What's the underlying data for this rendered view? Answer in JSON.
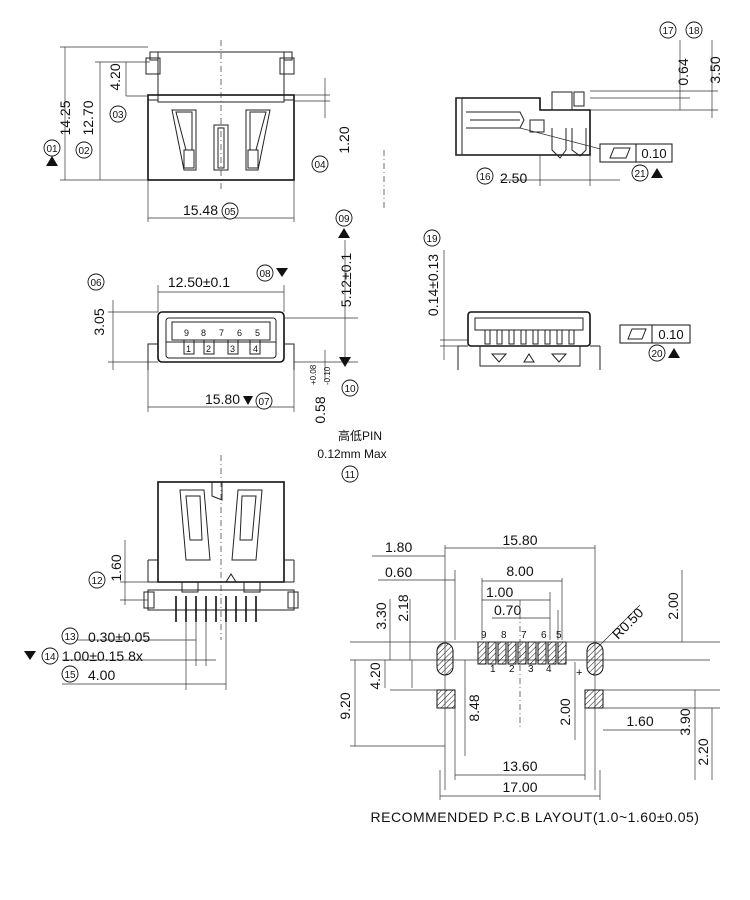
{
  "dims": {
    "d1425": "14.25",
    "d1270": "12.70",
    "d420": "4.20",
    "d120": "1.20",
    "d1548": "15.48",
    "d064": "0.64",
    "d350": "3.50",
    "d250": "2.50",
    "d010a": "0.10",
    "d010b": "0.10",
    "d1250": "12.50±0.1",
    "d305": "3.05",
    "d512": "5.12±0.1",
    "d1580a": "15.80",
    "d058": "0.58",
    "d058tol_up": "+0.08",
    "d058tol_dn": "-0.10",
    "d014": "0.14±0.13",
    "d160": "1.60",
    "d030": "0.30±0.05",
    "d100x8": "1.00±0.15  8x",
    "d400": "4.00",
    "p180": "1.80",
    "p060": "0.60",
    "p1580": "15.80",
    "p800": "8.00",
    "p100": "1.00",
    "p070": "0.70",
    "p330": "3.30",
    "p218": "2.18",
    "p050": "R0.50",
    "p200a": "2.00",
    "p920": "9.20",
    "p420": "4.20",
    "p848": "8.48",
    "p200b": "2.00",
    "p160": "1.60",
    "p390": "3.90",
    "p220": "2.20",
    "p1360": "13.60",
    "p1700": "17.00"
  },
  "balloons": {
    "b01": "01",
    "b02": "02",
    "b03": "03",
    "b04": "04",
    "b05": "05",
    "b06": "06",
    "b07": "07",
    "b08": "08",
    "b09": "09",
    "b10": "10",
    "b11": "11",
    "b12": "12",
    "b13": "13",
    "b14": "14",
    "b15": "15",
    "b16": "16",
    "b17": "17",
    "b18": "18",
    "b19": "19",
    "b20": "20",
    "b21": "21"
  },
  "notes": {
    "pin_cn": "高低PIN",
    "pin_max": "0.12mm Max"
  },
  "pins": {
    "top_row": [
      "9",
      "8",
      "7",
      "6",
      "5"
    ],
    "bottom_row": [
      "1",
      "2",
      "3",
      "4"
    ]
  },
  "pcb_pins": {
    "top_row": [
      "9",
      "8",
      "7",
      "6",
      "5"
    ],
    "bottom_row": [
      "1",
      "2",
      "3",
      "4"
    ]
  },
  "caption": "RECOMMENDED  P.C.B  LAYOUT(1.0~1.60±0.05)",
  "icons": {
    "flatness": "parallelogram-flatness-icon",
    "datum": "triangle-datum-icon",
    "plus": "+"
  }
}
